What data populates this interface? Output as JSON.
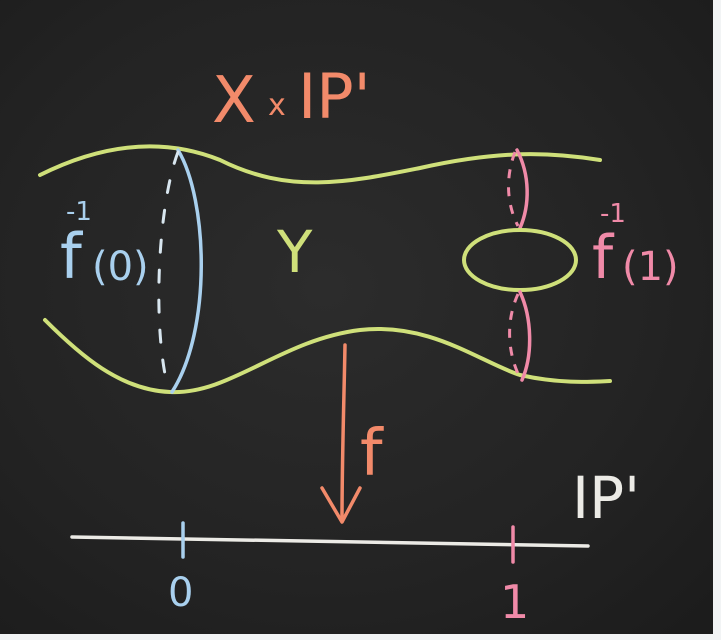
{
  "labels": {
    "title_X": "X",
    "title_times": "x",
    "title_P": "IP'",
    "fiber_zero_f": "f",
    "fiber_zero_exp": "-1",
    "fiber_zero_arg": "(0)",
    "space_Y": "Y",
    "fiber_one_f": "f",
    "fiber_one_exp": "-1",
    "fiber_one_arg": "(1)",
    "map_f": "f",
    "base_P": "IP'",
    "tick_zero": "0",
    "tick_one": "1"
  },
  "colors": {
    "board": "#232323",
    "yellow_chalk": "#cfe07a",
    "blue_chalk": "#a9d0ee",
    "pink_chalk": "#f08aa8",
    "orange_chalk": "#f28a6a",
    "white_chalk": "#ecebe6"
  }
}
